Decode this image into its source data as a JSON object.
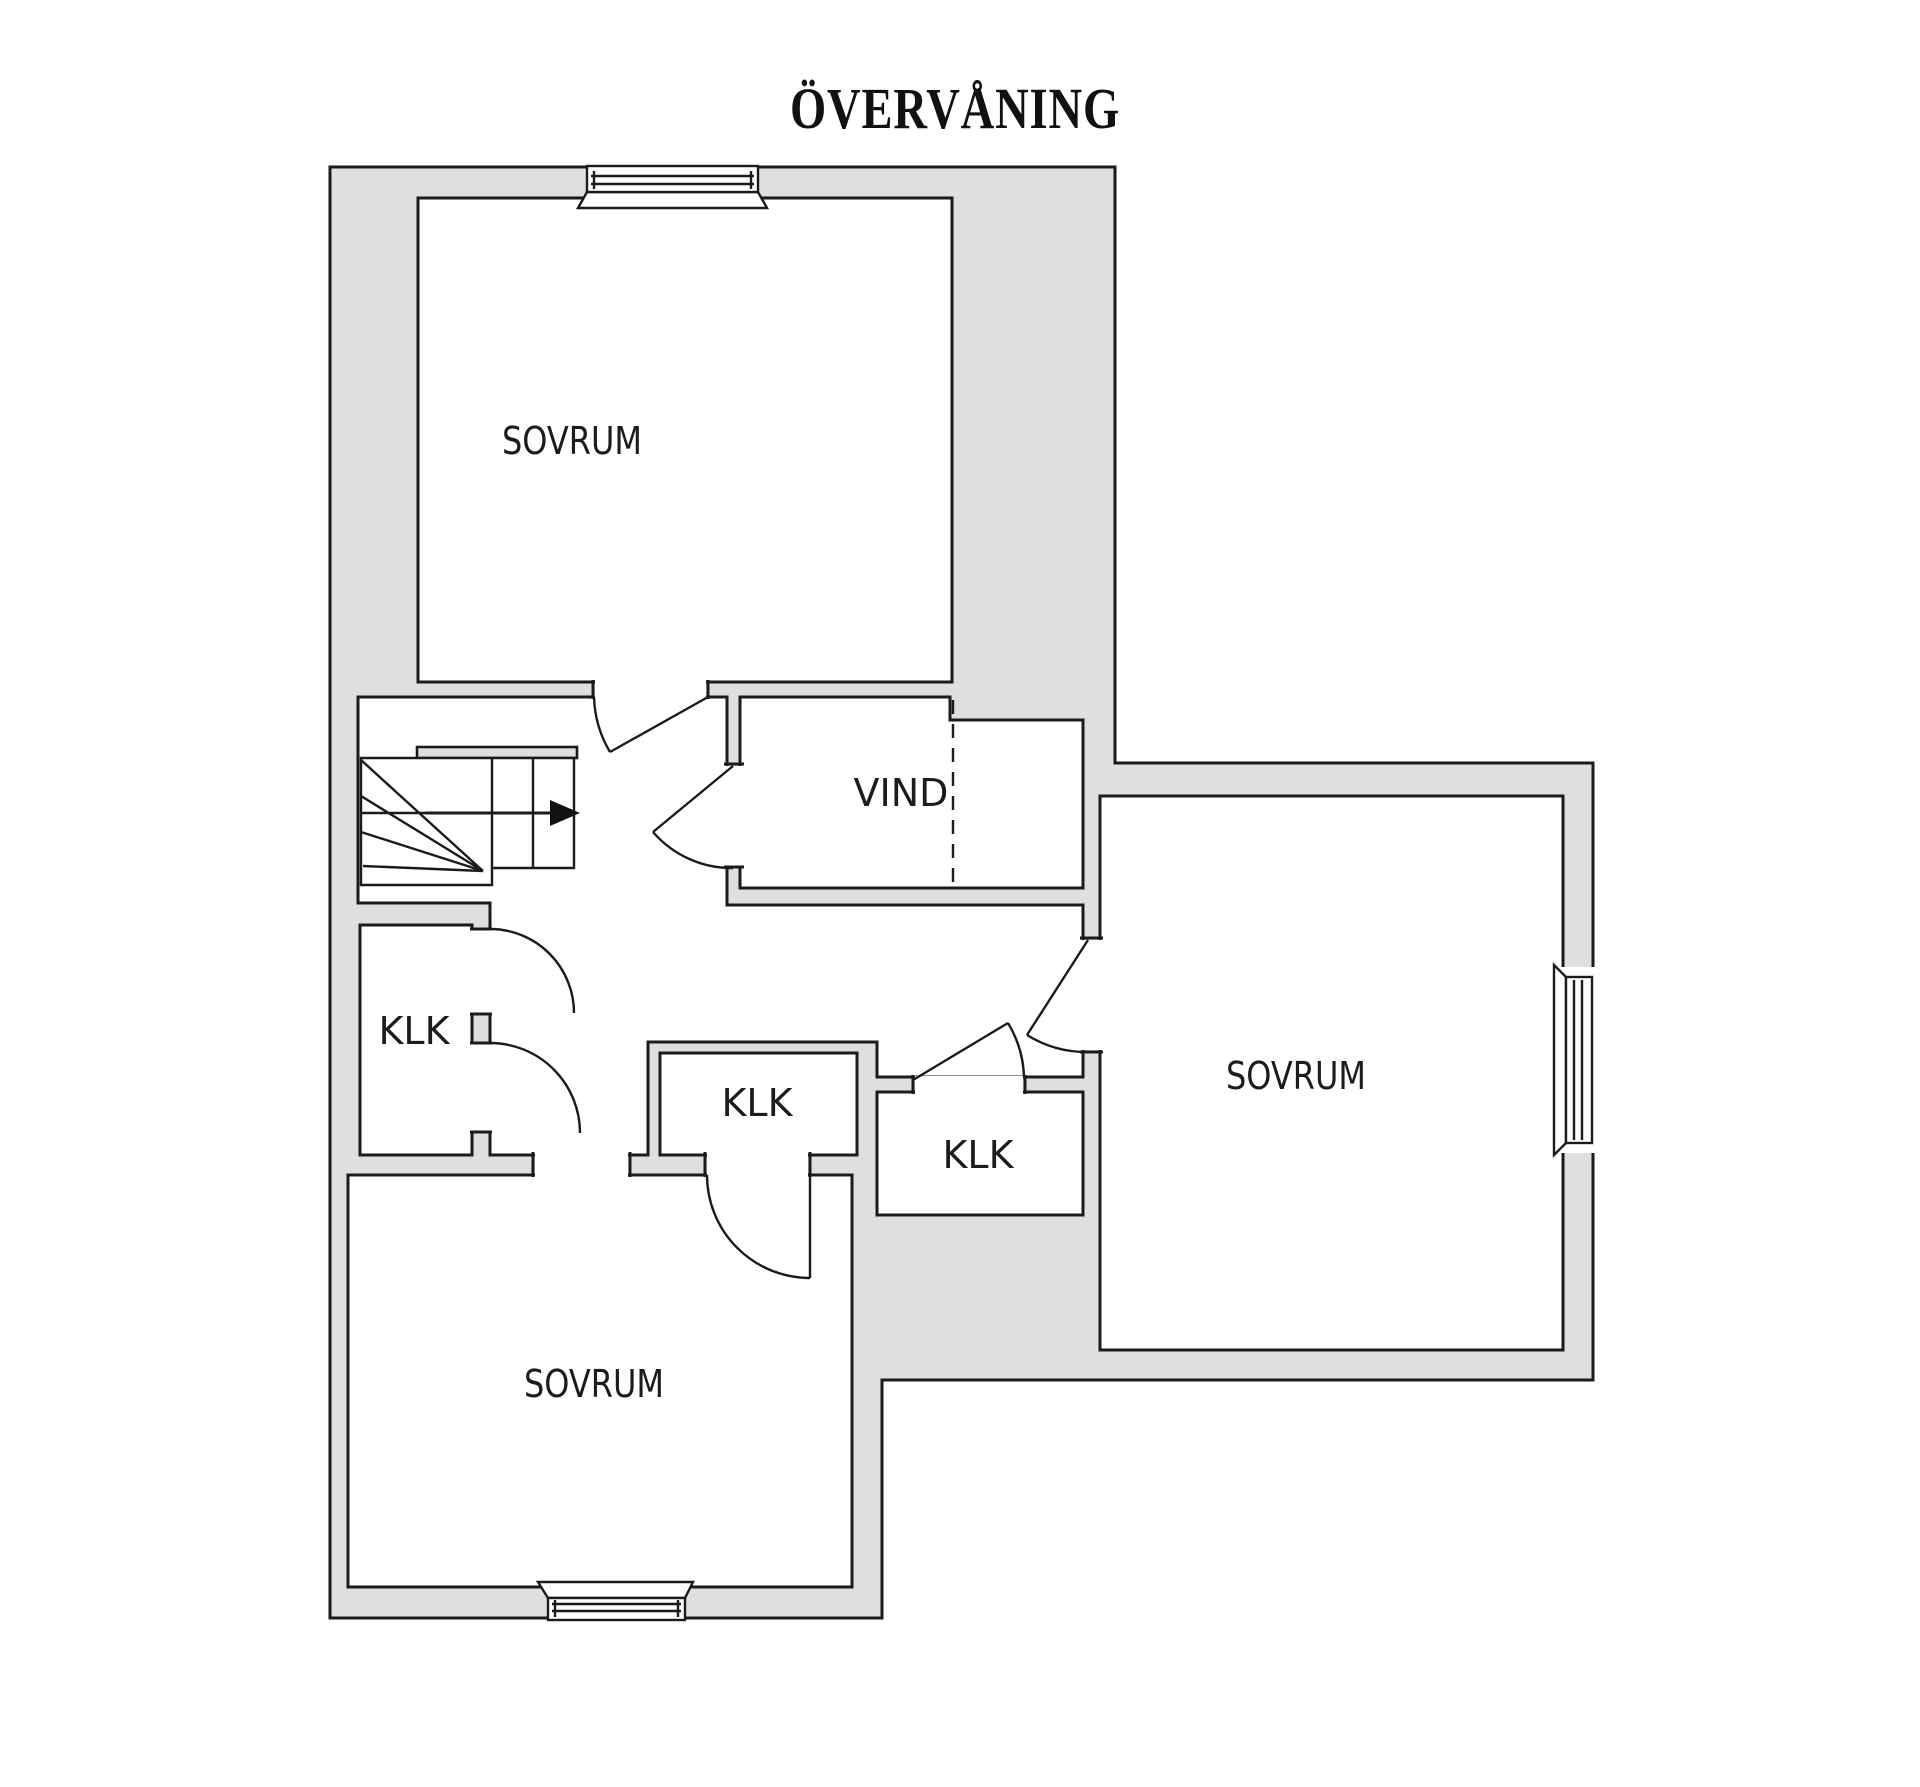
{
  "title": "ÖVERVÅNING",
  "floor_plan": {
    "colors": {
      "wall_fill": "#dfdfdf",
      "line": "#1b1b1b",
      "floor": "#ffffff"
    },
    "rooms": {
      "sovrum_top": {
        "label": "SOVRUM",
        "type": "bedroom"
      },
      "vind": {
        "label": "VIND",
        "type": "attic"
      },
      "sovrum_right": {
        "label": "SOVRUM",
        "type": "bedroom"
      },
      "klk_left": {
        "label": "KLK",
        "type": "closet"
      },
      "klk_middle": {
        "label": "KLK",
        "type": "closet"
      },
      "klk_right": {
        "label": "KLK",
        "type": "closet"
      },
      "sovrum_bottom": {
        "label": "SOVRUM",
        "type": "bedroom"
      }
    },
    "features": {
      "stairs": {
        "kind": "winder-stair",
        "arrow_direction": "right"
      },
      "windows": 3,
      "doors": 7,
      "dashed_line": "attic-headroom-boundary"
    }
  }
}
